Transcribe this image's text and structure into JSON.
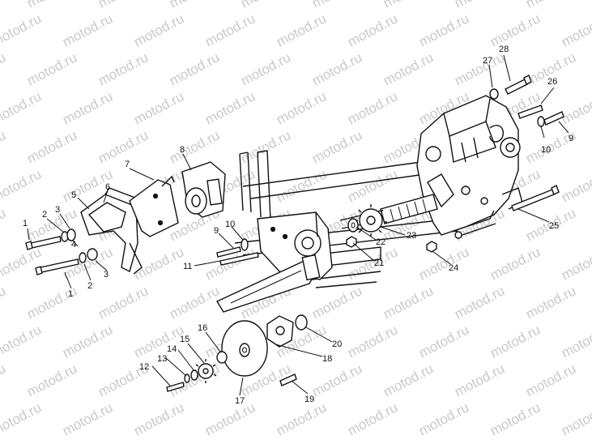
{
  "watermark": "motod.ru",
  "callouts": [
    "1",
    "1",
    "2",
    "2",
    "3",
    "3",
    "4",
    "5",
    "6",
    "7",
    "8",
    "9",
    "9",
    "10",
    "10",
    "11",
    "12",
    "13",
    "14",
    "15",
    "16",
    "17",
    "18",
    "19",
    "20",
    "21",
    "22",
    "23",
    "24",
    "25",
    "26",
    "27",
    "28"
  ]
}
